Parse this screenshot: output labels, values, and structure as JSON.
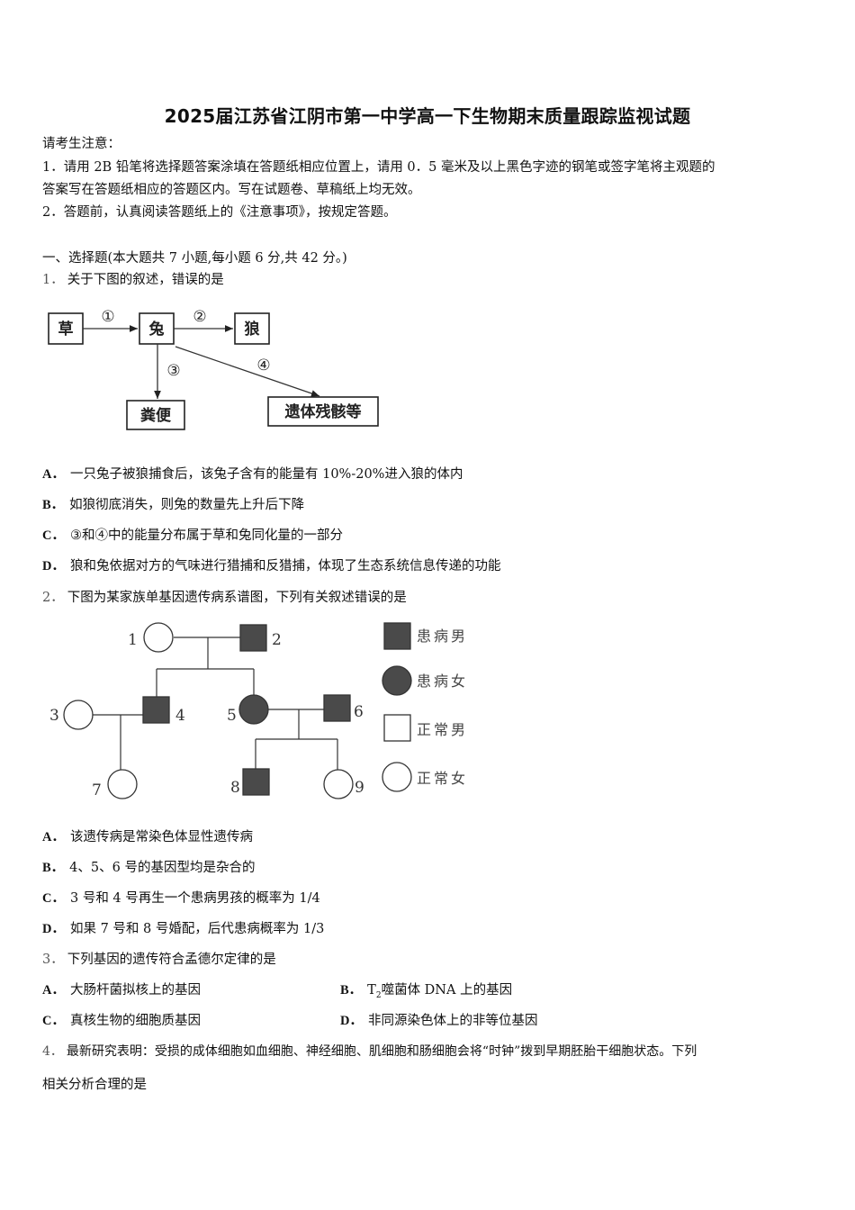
{
  "title": "2025届江苏省江阴市第一中学高一下生物期末质量跟踪监视试题",
  "notice": {
    "heading": "请考生注意：",
    "line1a": "1．请用 2B 铅笔将选择题答案涂填在答题纸相应位置上，请用 0．5 毫米及以上黑色字迹的钢笔或签字笔将主观题的",
    "line1b": "答案写在答题纸相应的答题区内。写在试题卷、草稿纸上均无效。",
    "line2": "2．答题前，认真阅读答题纸上的《注意事项》，按规定答题。"
  },
  "section": "一、选择题(本大题共 7 小题,每小题 6 分,共 42 分。)",
  "q1": {
    "num": "1．",
    "stem": "关于下图的叙述，错误的是",
    "diagram": {
      "nodes": [
        "草",
        "兔",
        "狼",
        "粪便",
        "遗体残骸等"
      ],
      "arrows": [
        "①",
        "②",
        "③",
        "④"
      ]
    },
    "options": [
      {
        "label": "A．",
        "text": "一只兔子被狼捕食后，该兔子含有的能量有 10%-20%进入狼的体内"
      },
      {
        "label": "B．",
        "text": "如狼彻底消失，则兔的数量先上升后下降"
      },
      {
        "label": "C．",
        "text": "③和④中的能量分布属于草和兔同化量的一部分"
      },
      {
        "label": "D．",
        "text": "狼和兔依据对方的气味进行猎捕和反猎捕，体现了生态系统信息传递的功能"
      }
    ]
  },
  "q2": {
    "num": "2．",
    "stem": "下图为某家族单基因遗传病系谱图，下列有关叙述错误的是",
    "pedigree": {
      "ids": [
        "1",
        "2",
        "3",
        "4",
        "5",
        "6",
        "7",
        "8",
        "9"
      ],
      "legend": [
        "患病男",
        "患病女",
        "正常男",
        "正常女"
      ],
      "fill_color": "#4a4a4a"
    },
    "options": [
      {
        "label": "A．",
        "text": "该遗传病是常染色体显性遗传病"
      },
      {
        "label": "B．",
        "text": "4、5、6 号的基因型均是杂合的"
      },
      {
        "label": "C．",
        "text": "3 号和 4 号再生一个患病男孩的概率为 1/4"
      },
      {
        "label": "D．",
        "text": "如果 7 号和 8 号婚配，后代患病概率为 1/3"
      }
    ]
  },
  "q3": {
    "num": "3．",
    "stem": "下列基因的遗传符合孟德尔定律的是",
    "options": [
      {
        "label": "A．",
        "text": "大肠杆菌拟核上的基因"
      },
      {
        "label": "B．",
        "text_pre": "T",
        "sub": "2",
        "text": "噬菌体 DNA 上的基因"
      },
      {
        "label": "C．",
        "text": "真核生物的细胞质基因"
      },
      {
        "label": "D．",
        "text": "非同源染色体上的非等位基因"
      }
    ]
  },
  "q4": {
    "num": "4．",
    "stem_line1": "最新研究表明：受损的成体细胞如血细胞、神经细胞、肌细胞和肠细胞会将“时钟”拨到早期胚胎干细胞状态。下列",
    "stem_line2": "相关分析合理的是"
  }
}
